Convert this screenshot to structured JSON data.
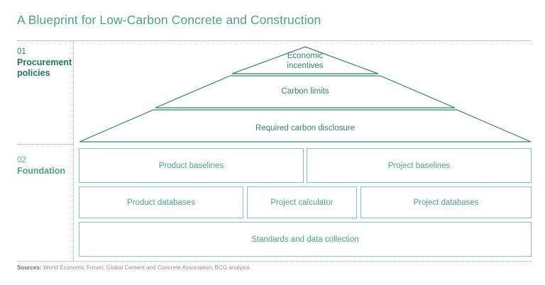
{
  "title": "A Blueprint for Low-Carbon Concrete and Construction",
  "colors": {
    "title_green": "#4aa585",
    "pyramid_stroke": "#2f8a66",
    "pyramid_text": "#2f8a66",
    "foundation_stroke": "#7fcbb0",
    "foundation_text": "#4aa585",
    "section_1_text": "#1c7a57",
    "section_2_text": "#4aa585",
    "rule_dotted": "#9aa0a6",
    "footnote_text": "#8a8f94",
    "background": "#ffffff"
  },
  "sections": [
    {
      "number": "01",
      "label": "Procurement\npolicies"
    },
    {
      "number": "02",
      "label": "Foundation"
    }
  ],
  "pyramid": {
    "bands": [
      {
        "id": "apex",
        "label": "Economic\nincentives"
      },
      {
        "id": "mid",
        "label": "Carbon limits"
      },
      {
        "id": "base",
        "label": "Required carbon disclosure"
      }
    ]
  },
  "foundation": {
    "rows": [
      {
        "boxes": [
          {
            "label": "Product baselines"
          },
          {
            "label": "Project baselines"
          }
        ]
      },
      {
        "boxes": [
          {
            "label": "Product databases"
          },
          {
            "label": "Project calculator"
          },
          {
            "label": "Project databases"
          }
        ]
      },
      {
        "boxes": [
          {
            "label": "Standards and data collection"
          }
        ]
      }
    ]
  },
  "footnote": {
    "prefix": "Sources:",
    "text": " World Economic Forum; Global Cement and Concrete Association; BCG analysis."
  }
}
